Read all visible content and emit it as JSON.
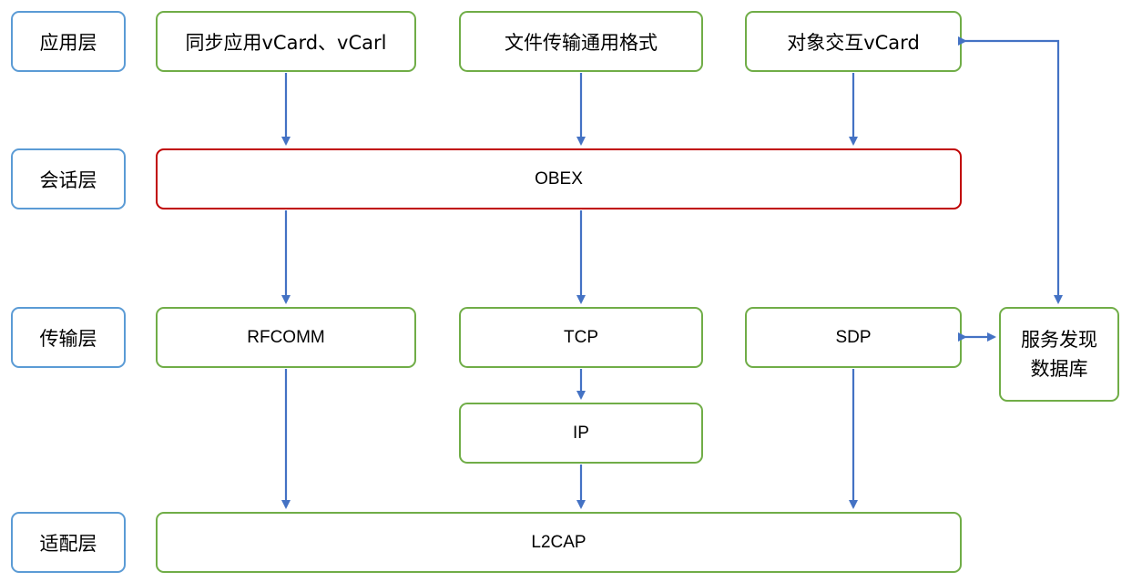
{
  "layers": {
    "app": "应用层",
    "session": "会话层",
    "transport": "传输层",
    "adapt": "适配层"
  },
  "nodes": {
    "sync": "同步应用vCard、vCarl",
    "file": "文件传输通用格式",
    "obj": "对象交互vCard",
    "obex": "OBEX",
    "rfcomm": "RFCOMM",
    "tcp": "TCP",
    "sdp": "SDP",
    "ip": "IP",
    "l2cap": "L2CAP",
    "sddb": "服务发现\n数据库"
  },
  "colors": {
    "layer_border": "#5b9bd5",
    "node_border": "#70ad47",
    "session_border": "#c00000",
    "arrow": "#4472c4"
  }
}
